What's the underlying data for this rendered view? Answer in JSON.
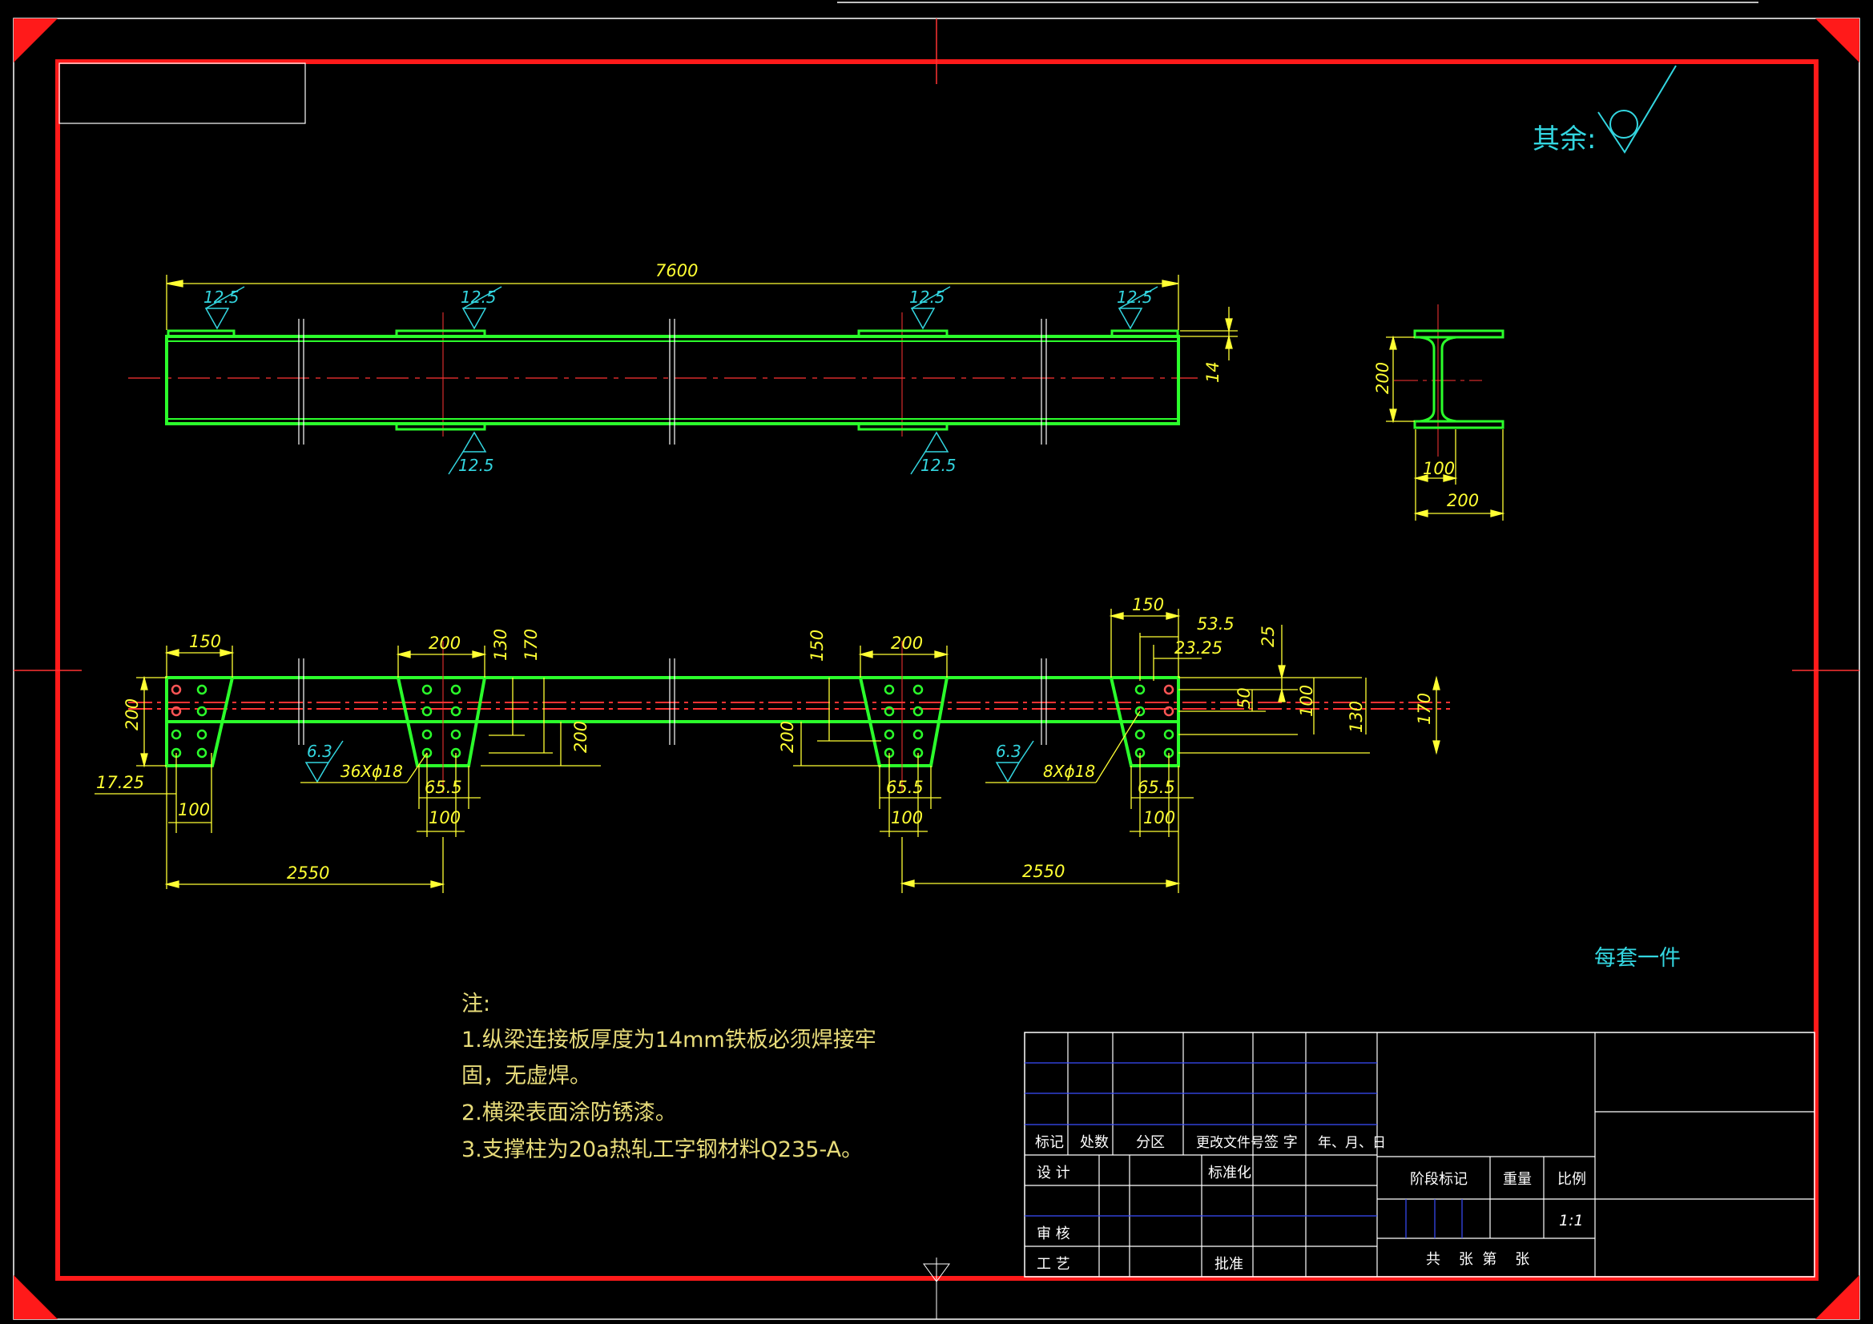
{
  "colors": {
    "background": "#000000",
    "frame": "#ff1a1a",
    "outline": "#2bff2b",
    "dimension": "#ffff33",
    "centerline": "#ff3333",
    "annotation": "#33d6e0",
    "notes": "#e8dc7a",
    "table": "#ffffff"
  },
  "surface_finish": {
    "label": "其余:"
  },
  "front_view": {
    "overall_length": "7600",
    "weld_top": [
      "12.5",
      "12.5",
      "12.5",
      "12.5"
    ],
    "weld_bottom": [
      "12.5",
      "12.5"
    ],
    "plate_thickness": "14"
  },
  "section_view": {
    "height": "200",
    "half_width": "100",
    "width": "200"
  },
  "plan_view": {
    "plate1": {
      "width": "150",
      "height": "200",
      "offset": "17.25",
      "hole_span": "100"
    },
    "plate2": {
      "width": "200",
      "dim_130": "130",
      "dim_170": "170",
      "dim_200": "200",
      "hole_gap": "65.5",
      "hole_span": "100"
    },
    "plate3": {
      "width": "200",
      "dim_150": "150",
      "dim_200": "200",
      "hole_gap": "65.5",
      "hole_span": "100"
    },
    "plate4": {
      "width": "150",
      "dim_53": "53.5",
      "dim_23": "23.25",
      "dim_25": "25",
      "dim_50": "50",
      "dim_100": "100",
      "dim_130": "130",
      "dim_170": "170",
      "hole_gap": "65.5",
      "hole_span": "100"
    },
    "weld_left": "6.3",
    "weld_right": "6.3",
    "holes_left": "36Xϕ18",
    "holes_right": "8Xϕ18",
    "spacing_left": "2550",
    "spacing_right": "2550"
  },
  "quantity_note": "每套一件",
  "notes": {
    "heading": "注:",
    "lines": [
      "1.纵梁连接板厚度为14mm铁板必须焊接牢",
      "固，无虚焊。",
      "2.横梁表面涂防锈漆。",
      "3.支撑柱为20a热轧工字钢材料Q235-A。"
    ]
  },
  "title_block": {
    "rev_headers": [
      "标记",
      "处数",
      "分区",
      "更改文件号",
      "签 字",
      "年、月、日"
    ],
    "design": "设 计",
    "standardize": "标准化",
    "review": "审 核",
    "process": "工 艺",
    "approve": "批准",
    "stage_mark": "阶段标记",
    "weight": "重量",
    "scale_label": "比例",
    "scale_value": "1:1",
    "sheets": "共    张  第    张"
  }
}
